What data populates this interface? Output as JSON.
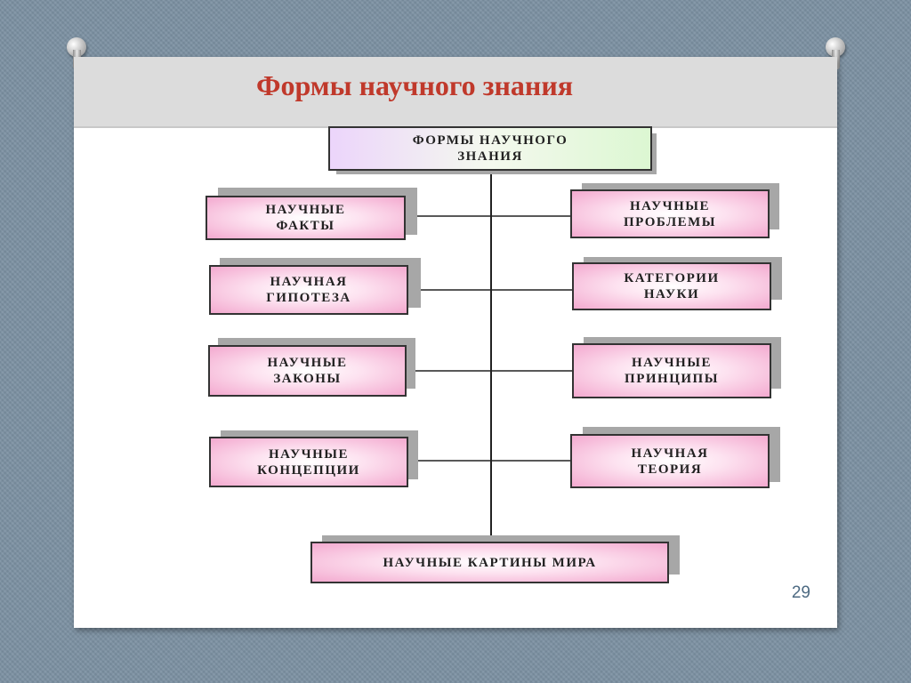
{
  "slide": {
    "title": "Формы научного знания",
    "page_number": "29"
  },
  "diagram": {
    "root": "ФОРМЫ НАУЧНОГО\nЗНАНИЯ",
    "left": [
      "НАУЧНЫЕ\nФАКТЫ",
      "НАУЧНАЯ\nГИПОТЕЗА",
      "НАУЧНЫЕ\nЗАКОНЫ",
      "НАУЧНЫЕ\nКОНЦЕПЦИИ"
    ],
    "right": [
      "НАУЧНЫЕ\nПРОБЛЕМЫ",
      "КАТЕГОРИИ\nНАУКИ",
      "НАУЧНЫЕ\nПРИНЦИПЫ",
      "НАУЧНАЯ\nТЕОРИЯ"
    ],
    "bottom": "НАУЧНЫЕ КАРТИНЫ МИРА"
  },
  "colors": {
    "title": "#c0392b",
    "node_fill": "#f3a9cf",
    "root_fill_left": "#ecd5fb",
    "root_fill_right": "#dcf7d2",
    "connector": "#222222"
  }
}
